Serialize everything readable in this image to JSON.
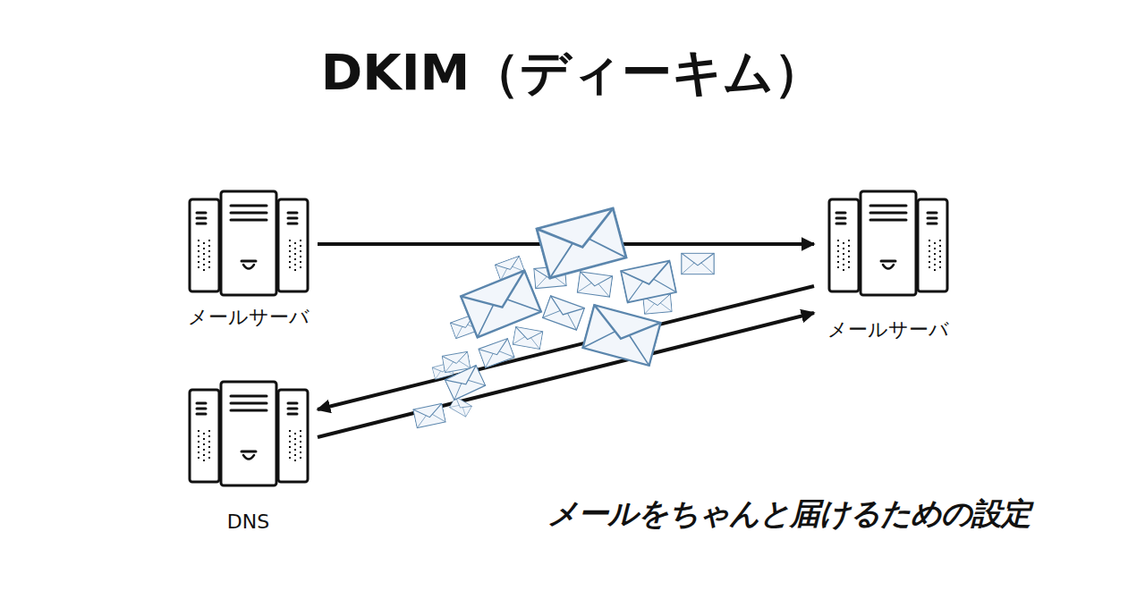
{
  "diagram": {
    "title": "DKIM（ディーキム）",
    "caption": "メールをちゃんと届けるための設定",
    "nodes": [
      {
        "text": [
          "メールサーバ"
        ]
      },
      {
        "text": [
          "メールサーバ"
        ]
      },
      {
        "text": [
          "DNS"
        ]
      }
    ],
    "edges": [
      {
        "from": 0,
        "to": 1,
        "arrow": "to"
      },
      {
        "from": 1,
        "to": 2,
        "arrow": "to"
      },
      {
        "from": 2,
        "to": 1,
        "arrow": "to"
      }
    ]
  }
}
